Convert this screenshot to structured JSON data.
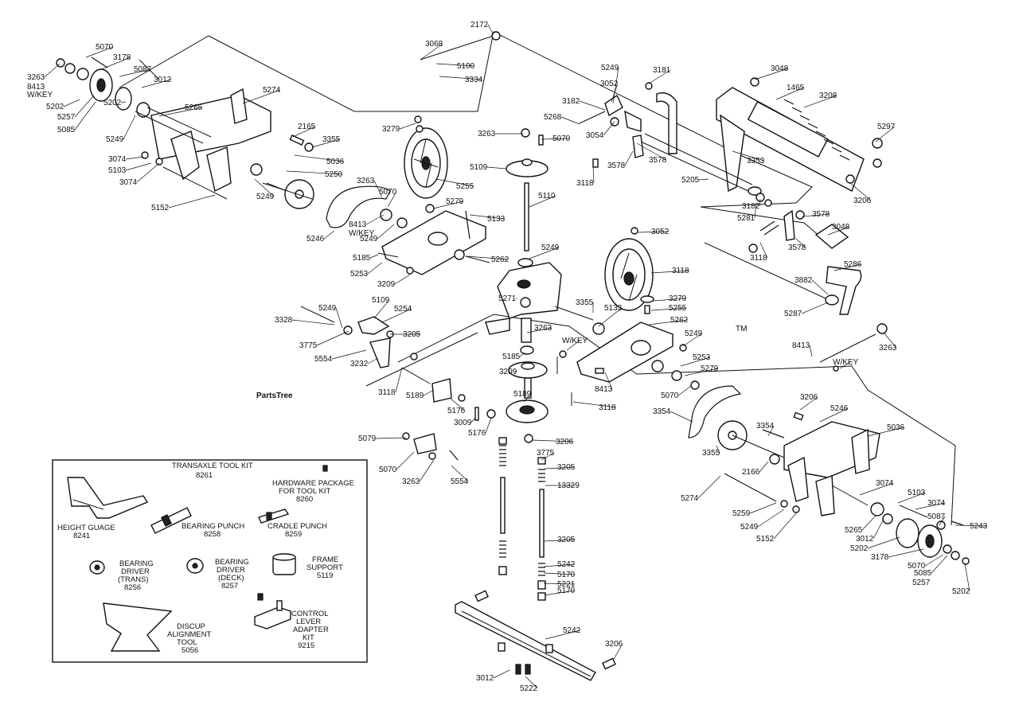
{
  "watermark": {
    "text": "PartsTree",
    "tm": "TM"
  },
  "tool_kit": {
    "title": "TRANSAXLE TOOL KIT",
    "number": "8261",
    "items": [
      {
        "id": "hw",
        "name": "HARDWARE PACKAGE",
        "name2": "FOR TOOL KIT",
        "num": "8260"
      },
      {
        "id": "hg",
        "name": "HEIGHT GUAGE",
        "num": "8241"
      },
      {
        "id": "bp",
        "name": "BEARING PUNCH",
        "num": "8258"
      },
      {
        "id": "cp",
        "name": "CRADLE PUNCH",
        "num": "8259"
      },
      {
        "id": "bdt",
        "name": "BEARING",
        "name2": "DRIVER",
        "name3": "(TRANS)",
        "num": "8256"
      },
      {
        "id": "bdd",
        "name": "BEARING",
        "name2": "DRIVER",
        "name3": "(DECK)",
        "num": "8257"
      },
      {
        "id": "fs",
        "name": "FRAME",
        "name2": "SUPPORT",
        "num": "5119"
      },
      {
        "id": "da",
        "name": "DISCUP",
        "name2": "ALIGNMENT",
        "name3": "TOOL",
        "num": "5056"
      },
      {
        "id": "cl",
        "name": "CONTROL",
        "name2": "LEVER",
        "name3": "ADAPTER",
        "name4": "KIT",
        "num": "9215"
      }
    ]
  },
  "callouts": [
    "5070",
    "3263",
    "3178",
    "8413",
    "W/KEY",
    "5087",
    "3012",
    "5202",
    "5257",
    "5085",
    "5202",
    "5249",
    "5265",
    "5274",
    "2165",
    "3355",
    "3074",
    "5103",
    "5036",
    "3074",
    "5250",
    "5249",
    "5152",
    "2172",
    "3068",
    "5100",
    "3334",
    "3279",
    "3263",
    "5070",
    "5109",
    "5255",
    "3263",
    "5070",
    "8413",
    "W/KEY",
    "5249",
    "5246",
    "5279",
    "5133",
    "5110",
    "5249",
    "5262",
    "5185",
    "5253",
    "3209",
    "5249",
    "3052",
    "3181",
    "3182",
    "5268",
    "3054",
    "3578",
    "3578",
    "3118",
    "5205",
    "3048",
    "1465",
    "3208",
    "5297",
    "3353",
    "3206",
    "3182",
    "5281",
    "3578",
    "3118",
    "3578",
    "3048",
    "5286",
    "3882",
    "5287",
    "3052",
    "3118",
    "3279",
    "5255",
    "3355",
    "5133",
    "5262",
    "5249",
    "5253",
    "5279",
    "5070",
    "8413",
    "W/KEY",
    "3263",
    "5185",
    "3209",
    "5271",
    "5249",
    "5109",
    "5254",
    "3205",
    "3328",
    "3775",
    "5554",
    "3232",
    "3118",
    "5189",
    "5176",
    "3009",
    "5176",
    "5189",
    "3118",
    "3206",
    "5079",
    "5070",
    "3263",
    "5554",
    "3775",
    "3205",
    "13329",
    "3205",
    "5242",
    "5170",
    "5221",
    "5170",
    "5242",
    "3206",
    "3012",
    "5222",
    "3354",
    "3354",
    "3206",
    "5246",
    "5036",
    "3355",
    "2166",
    "5274",
    "5259",
    "5249",
    "5152",
    "3074",
    "5103",
    "3074",
    "5265",
    "3012",
    "5087",
    "5243",
    "5202",
    "3178",
    "5070",
    "5085",
    "5257",
    "5202",
    "8413",
    "W/KEY",
    "3263",
    "3334",
    "3068",
    "5100",
    "2172"
  ]
}
